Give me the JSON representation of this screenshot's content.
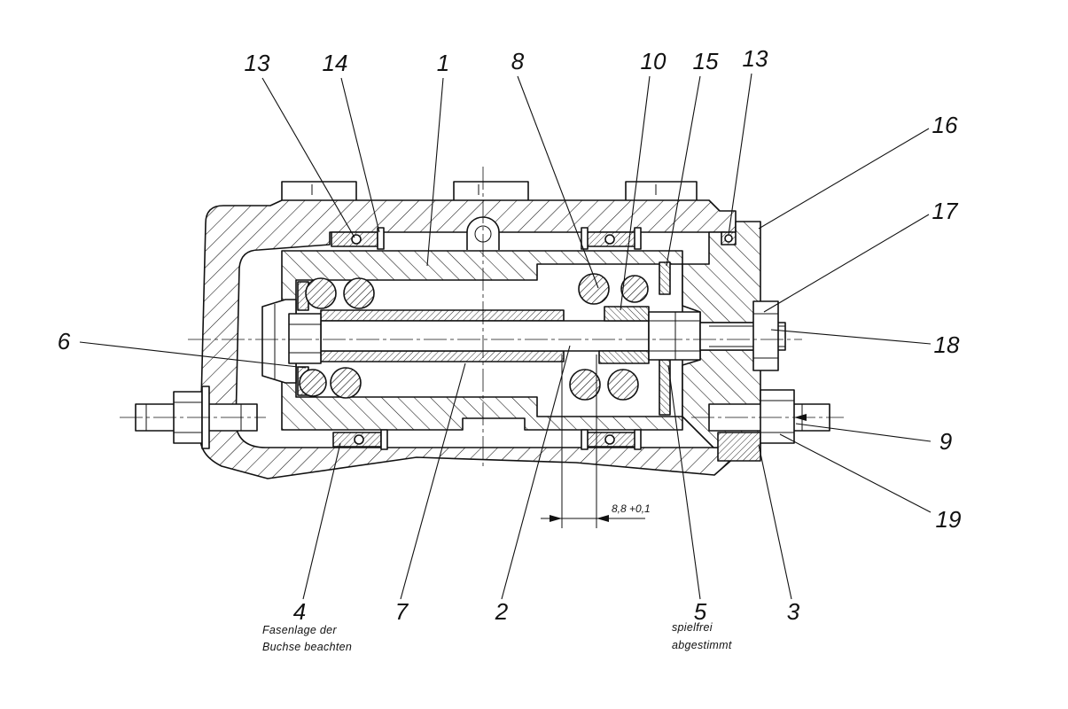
{
  "drawing": {
    "callouts": {
      "c13_left": "13",
      "c14": "14",
      "c1": "1",
      "c8": "8",
      "c10": "10",
      "c15": "15",
      "c13_right": "13",
      "c16": "16",
      "c17": "17",
      "c6": "6",
      "c18": "18",
      "c9": "9",
      "c19": "19",
      "c4": "4",
      "c7": "7",
      "c2": "2",
      "c5": "5",
      "c3": "3"
    },
    "notes": {
      "part4": [
        "Fasenlage der",
        "Buchse beachten"
      ],
      "part5": [
        "spielfrei",
        "abgestimmt"
      ]
    },
    "dimension": "8,8 +0,1"
  },
  "colors": {
    "ink": "#111111",
    "paper": "#ffffff"
  }
}
